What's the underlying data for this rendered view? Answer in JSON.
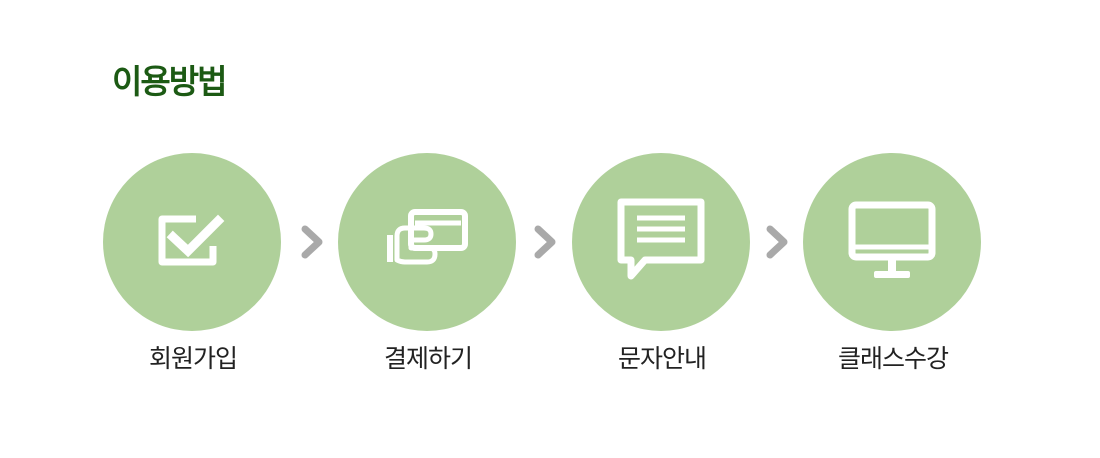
{
  "title": "이용방법",
  "colors": {
    "title": "#1c5a14",
    "circle": "#afd09a",
    "icon": "#ffffff",
    "arrow": "#a9a9a9",
    "label": "#222222"
  },
  "steps": [
    {
      "label": "회원가입",
      "icon": "checkbox-icon"
    },
    {
      "label": "결제하기",
      "icon": "card-payment-icon"
    },
    {
      "label": "문자안내",
      "icon": "message-icon"
    },
    {
      "label": "클래스수강",
      "icon": "monitor-icon"
    }
  ],
  "separator_icon": "chevron-right-icon"
}
